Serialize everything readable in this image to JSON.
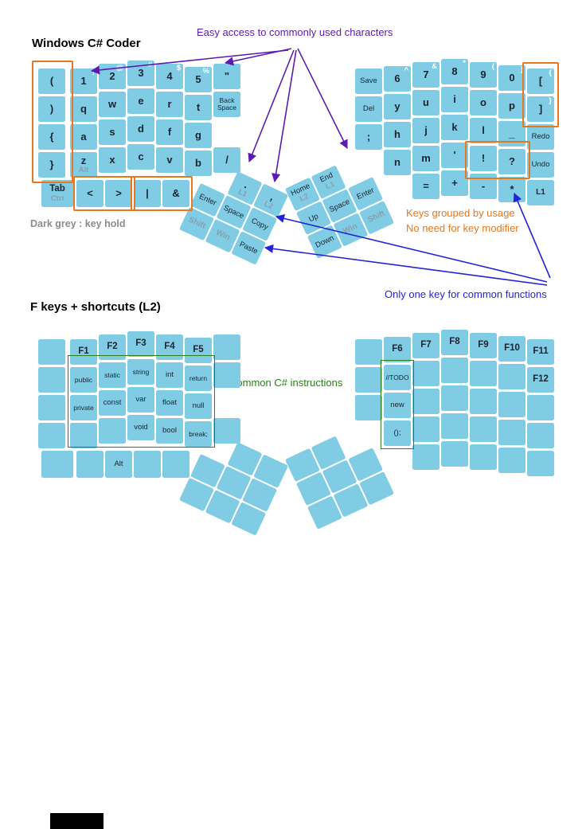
{
  "titles": {
    "layer1": "Windows C# Coder",
    "layer2": "F keys + shortcuts (L2)"
  },
  "annotations": {
    "easy_access": "Easy access to commonly used characters",
    "dark_grey_note": "Dark grey : key hold",
    "grouped_usage": "Keys grouped by usage",
    "no_modifier": "No need for key modifier",
    "one_key": "Only one key for common functions",
    "common_cs": "Common C# instructions"
  },
  "colors": {
    "key_fill": "#7fcce4",
    "key_text": "#1a2430",
    "hold_text": "#8a9fae",
    "shift_text": "#ffffff",
    "orange": "#e8781e",
    "purple": "#5c1bb0",
    "blue": "#2323d6",
    "green": "#2f7d1e"
  },
  "layer1": {
    "left_main": [
      {
        "c": 0,
        "r": 0,
        "t": "("
      },
      {
        "c": 1,
        "r": 0,
        "t": "1",
        "s": "!"
      },
      {
        "c": 2,
        "r": 0,
        "t": "2",
        "s": "@"
      },
      {
        "c": 3,
        "r": 0,
        "t": "3",
        "s": "#"
      },
      {
        "c": 4,
        "r": 0,
        "t": "4",
        "s": "$"
      },
      {
        "c": 5,
        "r": 0,
        "t": "5",
        "s": "%"
      },
      {
        "c": 6,
        "r": 0,
        "t": "\""
      },
      {
        "c": 0,
        "r": 1,
        "t": ")"
      },
      {
        "c": 1,
        "r": 1,
        "t": "q"
      },
      {
        "c": 2,
        "r": 1,
        "t": "w"
      },
      {
        "c": 3,
        "r": 1,
        "t": "e"
      },
      {
        "c": 4,
        "r": 1,
        "t": "r"
      },
      {
        "c": 5,
        "r": 1,
        "t": "t"
      },
      {
        "c": 6,
        "r": 1,
        "t": "Back Space"
      },
      {
        "c": 0,
        "r": 2,
        "t": "{"
      },
      {
        "c": 1,
        "r": 2,
        "t": "a"
      },
      {
        "c": 2,
        "r": 2,
        "t": "s"
      },
      {
        "c": 3,
        "r": 2,
        "t": "d"
      },
      {
        "c": 4,
        "r": 2,
        "t": "f"
      },
      {
        "c": 5,
        "r": 2,
        "t": "g"
      },
      {
        "c": 0,
        "r": 3,
        "t": "}"
      },
      {
        "c": 1,
        "r": 3,
        "t": "z",
        "h": "Alt"
      },
      {
        "c": 2,
        "r": 3,
        "t": "x"
      },
      {
        "c": 3,
        "r": 3,
        "t": "c"
      },
      {
        "c": 4,
        "r": 3,
        "t": "v"
      },
      {
        "c": 5,
        "r": 3,
        "t": "b"
      },
      {
        "c": 6,
        "r": 3,
        "t": "/"
      }
    ],
    "left_bottom": [
      {
        "t": "Tab",
        "h": "Ctrl"
      },
      {
        "t": "<"
      },
      {
        "t": ">"
      },
      {
        "t": "|"
      },
      {
        "t": "&"
      }
    ],
    "left_thumb": [
      {
        "t": ".",
        "h": "L1"
      },
      {
        "t": ",",
        "h": "L2"
      },
      {
        "t": "Enter"
      },
      {
        "t": "Space"
      },
      {
        "t": "Copy"
      },
      {
        "t": "Shift",
        "hold": true
      },
      {
        "t": "Win",
        "hold": true
      },
      {
        "t": "Paste"
      }
    ],
    "right_main": [
      {
        "c": 0,
        "r": 0,
        "t": "Save"
      },
      {
        "c": 1,
        "r": 0,
        "t": "6",
        "s": "^"
      },
      {
        "c": 2,
        "r": 0,
        "t": "7",
        "s": "&"
      },
      {
        "c": 3,
        "r": 0,
        "t": "8",
        "s": "*"
      },
      {
        "c": 4,
        "r": 0,
        "t": "9",
        "s": "("
      },
      {
        "c": 5,
        "r": 0,
        "t": "0",
        "s": ")"
      },
      {
        "c": 6,
        "r": 0,
        "t": "[",
        "s": "{"
      },
      {
        "c": 0,
        "r": 1,
        "t": "Del"
      },
      {
        "c": 1,
        "r": 1,
        "t": "y"
      },
      {
        "c": 2,
        "r": 1,
        "t": "u"
      },
      {
        "c": 3,
        "r": 1,
        "t": "i"
      },
      {
        "c": 4,
        "r": 1,
        "t": "o"
      },
      {
        "c": 5,
        "r": 1,
        "t": "p"
      },
      {
        "c": 6,
        "r": 1,
        "t": "]",
        "s": "}"
      },
      {
        "c": 0,
        "r": 2,
        "t": ";"
      },
      {
        "c": 1,
        "r": 2,
        "t": "h"
      },
      {
        "c": 2,
        "r": 2,
        "t": "j"
      },
      {
        "c": 3,
        "r": 2,
        "t": "k"
      },
      {
        "c": 4,
        "r": 2,
        "t": "l"
      },
      {
        "c": 5,
        "r": 2,
        "t": "_"
      },
      {
        "c": 6,
        "r": 2,
        "t": "Redo"
      },
      {
        "c": 1,
        "r": 3,
        "t": "n"
      },
      {
        "c": 2,
        "r": 3,
        "t": "m"
      },
      {
        "c": 3,
        "r": 3,
        "t": "'"
      },
      {
        "c": 4,
        "r": 3,
        "t": "!"
      },
      {
        "c": 5,
        "r": 3,
        "t": "?"
      },
      {
        "c": 6,
        "r": 3,
        "t": "Undo"
      },
      {
        "c": 2,
        "r": 4,
        "t": "="
      },
      {
        "c": 3,
        "r": 4,
        "t": "+"
      },
      {
        "c": 4,
        "r": 4,
        "t": "-"
      },
      {
        "c": 5,
        "r": 4,
        "t": "*"
      },
      {
        "c": 6,
        "r": 4,
        "t": "L1"
      }
    ],
    "right_thumb": [
      {
        "t": "Home",
        "h": "L2"
      },
      {
        "t": "End",
        "h": "L1"
      },
      {
        "t": "Up"
      },
      {
        "t": "Space"
      },
      {
        "t": "Enter"
      },
      {
        "t": "Down"
      },
      {
        "t": "Win",
        "hold": true
      },
      {
        "t": "Shift",
        "hold": true
      }
    ]
  },
  "layer2": {
    "left_main": [
      {
        "c": 0,
        "r": 0,
        "t": ""
      },
      {
        "c": 1,
        "r": 0,
        "t": "F1"
      },
      {
        "c": 2,
        "r": 0,
        "t": "F2"
      },
      {
        "c": 3,
        "r": 0,
        "t": "F3"
      },
      {
        "c": 4,
        "r": 0,
        "t": "F4"
      },
      {
        "c": 5,
        "r": 0,
        "t": "F5"
      },
      {
        "c": 6,
        "r": 0,
        "t": ""
      },
      {
        "c": 0,
        "r": 1,
        "t": ""
      },
      {
        "c": 1,
        "r": 1,
        "t": "public"
      },
      {
        "c": 2,
        "r": 1,
        "t": "static"
      },
      {
        "c": 3,
        "r": 1,
        "t": "string"
      },
      {
        "c": 4,
        "r": 1,
        "t": "int"
      },
      {
        "c": 5,
        "r": 1,
        "t": "return"
      },
      {
        "c": 6,
        "r": 1,
        "t": ""
      },
      {
        "c": 0,
        "r": 2,
        "t": ""
      },
      {
        "c": 1,
        "r": 2,
        "t": "private"
      },
      {
        "c": 2,
        "r": 2,
        "t": "const"
      },
      {
        "c": 3,
        "r": 2,
        "t": "var"
      },
      {
        "c": 4,
        "r": 2,
        "t": "float"
      },
      {
        "c": 5,
        "r": 2,
        "t": "null"
      },
      {
        "c": 0,
        "r": 3,
        "t": ""
      },
      {
        "c": 1,
        "r": 3,
        "t": ""
      },
      {
        "c": 2,
        "r": 3,
        "t": ""
      },
      {
        "c": 3,
        "r": 3,
        "t": "void"
      },
      {
        "c": 4,
        "r": 3,
        "t": "bool"
      },
      {
        "c": 5,
        "r": 3,
        "t": "break;"
      },
      {
        "c": 6,
        "r": 3,
        "t": ""
      }
    ],
    "left_bottom": [
      {
        "t": ""
      },
      {
        "t": ""
      },
      {
        "t": "Alt"
      },
      {
        "t": ""
      },
      {
        "t": ""
      }
    ],
    "left_thumb": [
      {
        "t": ""
      },
      {
        "t": ""
      },
      {
        "t": ""
      },
      {
        "t": ""
      },
      {
        "t": ""
      },
      {
        "t": ""
      },
      {
        "t": ""
      },
      {
        "t": ""
      }
    ],
    "right_main": [
      {
        "c": 0,
        "r": 0,
        "t": ""
      },
      {
        "c": 1,
        "r": 0,
        "t": "F6"
      },
      {
        "c": 2,
        "r": 0,
        "t": "F7"
      },
      {
        "c": 3,
        "r": 0,
        "t": "F8"
      },
      {
        "c": 4,
        "r": 0,
        "t": "F9"
      },
      {
        "c": 5,
        "r": 0,
        "t": "F10"
      },
      {
        "c": 6,
        "r": 0,
        "t": "F11"
      },
      {
        "c": 0,
        "r": 1,
        "t": ""
      },
      {
        "c": 1,
        "r": 1,
        "t": "//TODO"
      },
      {
        "c": 2,
        "r": 1,
        "t": ""
      },
      {
        "c": 3,
        "r": 1,
        "t": ""
      },
      {
        "c": 4,
        "r": 1,
        "t": ""
      },
      {
        "c": 5,
        "r": 1,
        "t": ""
      },
      {
        "c": 6,
        "r": 1,
        "t": "F12"
      },
      {
        "c": 0,
        "r": 2,
        "t": ""
      },
      {
        "c": 1,
        "r": 2,
        "t": "new"
      },
      {
        "c": 2,
        "r": 2,
        "t": ""
      },
      {
        "c": 3,
        "r": 2,
        "t": ""
      },
      {
        "c": 4,
        "r": 2,
        "t": ""
      },
      {
        "c": 5,
        "r": 2,
        "t": ""
      },
      {
        "c": 6,
        "r": 2,
        "t": ""
      },
      {
        "c": 1,
        "r": 3,
        "t": "();"
      },
      {
        "c": 2,
        "r": 3,
        "t": ""
      },
      {
        "c": 3,
        "r": 3,
        "t": ""
      },
      {
        "c": 4,
        "r": 3,
        "t": ""
      },
      {
        "c": 5,
        "r": 3,
        "t": ""
      },
      {
        "c": 6,
        "r": 3,
        "t": ""
      },
      {
        "c": 2,
        "r": 4,
        "t": ""
      },
      {
        "c": 3,
        "r": 4,
        "t": ""
      },
      {
        "c": 4,
        "r": 4,
        "t": ""
      },
      {
        "c": 5,
        "r": 4,
        "t": ""
      },
      {
        "c": 6,
        "r": 4,
        "t": ""
      }
    ],
    "right_thumb": [
      {
        "t": ""
      },
      {
        "t": ""
      },
      {
        "t": ""
      },
      {
        "t": ""
      },
      {
        "t": ""
      },
      {
        "t": ""
      },
      {
        "t": ""
      },
      {
        "t": ""
      }
    ]
  }
}
